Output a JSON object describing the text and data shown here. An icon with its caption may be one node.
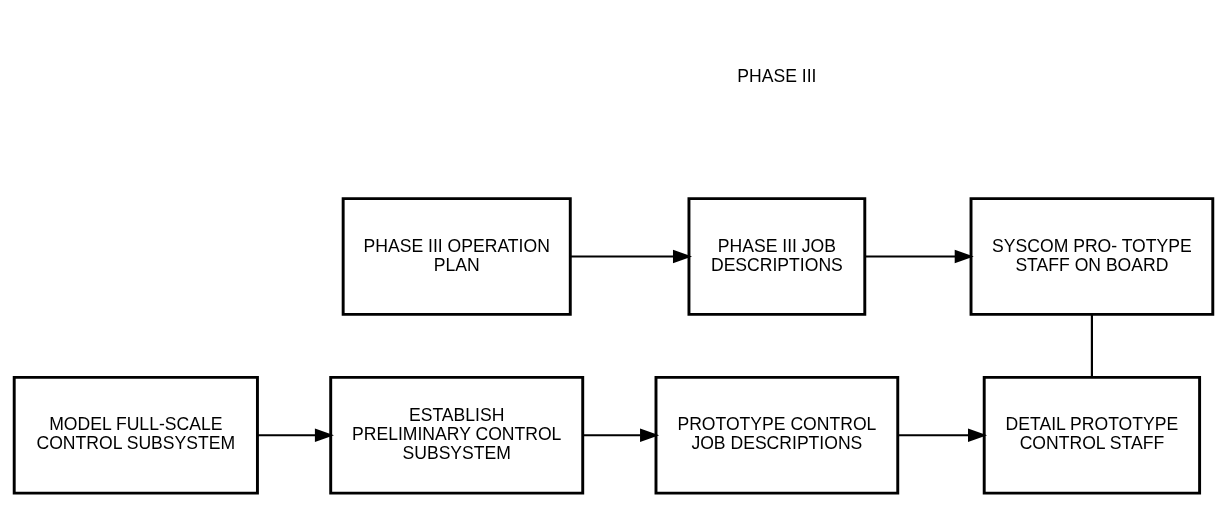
{
  "diagram": {
    "nodes": [
      {
        "text": [
          "PHASE III OPERATION PLAN"
        ]
      },
      {
        "text": [
          "PHASE III JOB DESCRIPTIONS"
        ]
      },
      {
        "text": [
          "SYSCOM PRO- TOTYPE STAFF ON BOARD"
        ]
      },
      {
        "text": [
          "MODEL FULL-SCALE CONTROL SUBSYSTEM"
        ]
      },
      {
        "text": [
          "ESTABLISH PRELIMINARY CONTROL SUBSYSTEM"
        ]
      },
      {
        "text": [
          "PROTOTYPE CONTROL JOB DESCRIPTIONS"
        ]
      },
      {
        "text": [
          "DETAIL PROTOTYPE CONTROL STAFF"
        ]
      }
    ],
    "edges": [
      {
        "from": 0,
        "to": 1,
        "arrow": "to"
      },
      {
        "from": 1,
        "to": 2,
        "arrow": "to"
      },
      {
        "from": 3,
        "to": 4,
        "arrow": "to"
      },
      {
        "from": 4,
        "to": 5,
        "arrow": "to"
      },
      {
        "from": 5,
        "to": 6,
        "arrow": "to"
      },
      {
        "from": 2,
        "to": 6,
        "arrow": "none"
      }
    ],
    "labels": [
      "PHASE III"
    ]
  }
}
